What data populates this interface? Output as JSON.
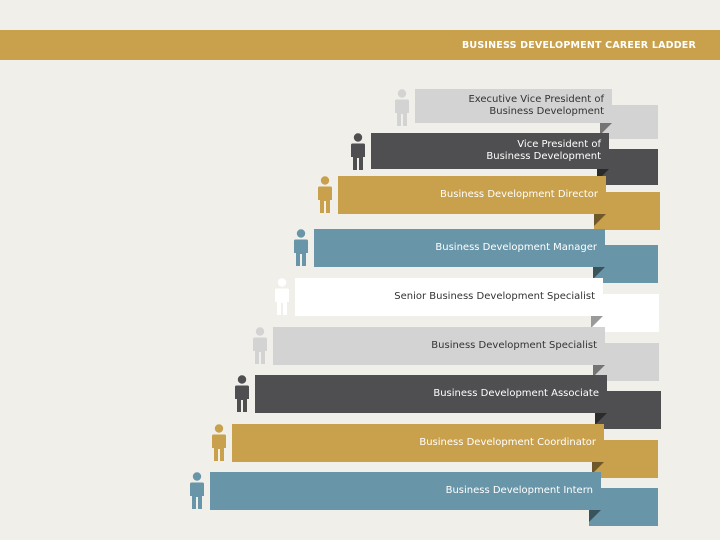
{
  "title": "BUSINESS DEVELOPMENT CAREER LADDER",
  "colors": {
    "background": "#f1efea",
    "gold": "#c9a04c",
    "dark": "#4f4e50",
    "teal": "#6896a8",
    "light_gray": "#d3d3d3",
    "white": "#ffffff"
  },
  "icon": "person-icon",
  "steps": [
    {
      "label": "Executive Vice President of Business Development",
      "color": "#d3d3d3",
      "text_color": "#333333"
    },
    {
      "label": "Vice President of Business Development",
      "color": "#4f4e50",
      "text_color": "#ffffff"
    },
    {
      "label": "Business Development Director",
      "color": "#c9a04c",
      "text_color": "#ffffff"
    },
    {
      "label": "Business Development Manager",
      "color": "#6896a8",
      "text_color": "#ffffff"
    },
    {
      "label": "Senior Business Development Specialist",
      "color": "#ffffff",
      "text_color": "#333333"
    },
    {
      "label": "Business Development Specialist",
      "color": "#d3d3d3",
      "text_color": "#333333"
    },
    {
      "label": "Business Development Associate",
      "color": "#4f4e50",
      "text_color": "#ffffff"
    },
    {
      "label": "Business Development Coordinator",
      "color": "#c9a04c",
      "text_color": "#ffffff"
    },
    {
      "label": "Business Development Intern",
      "color": "#6896a8",
      "text_color": "#ffffff"
    }
  ]
}
